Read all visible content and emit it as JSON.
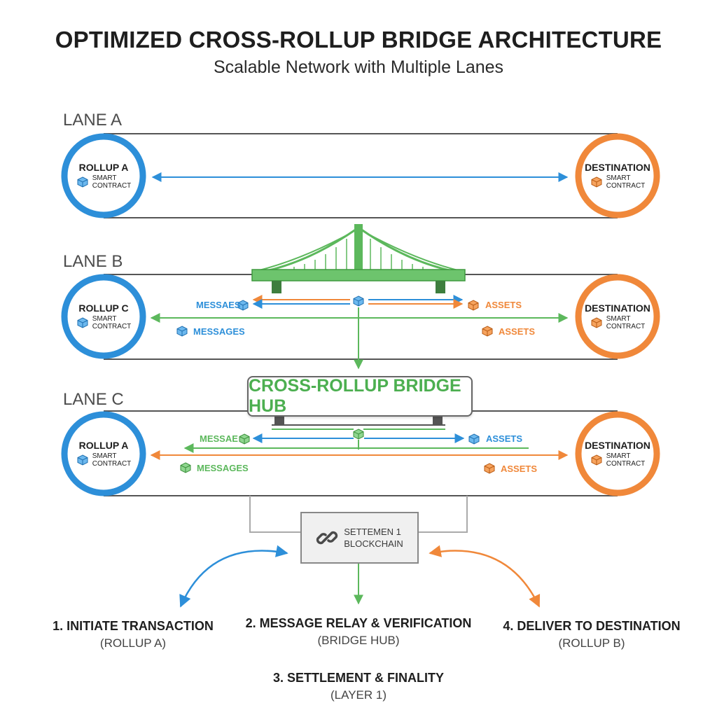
{
  "header": {
    "title": "OPTIMIZED CROSS-ROLLUP BRIDGE ARCHITECTURE",
    "subtitle": "Scalable Network with Multiple Lanes"
  },
  "lanes": [
    {
      "label": "LANE A",
      "source": {
        "title": "ROLLUP A",
        "line1": "SMART",
        "line2": "CONTRACT",
        "color": "#2d8fd9"
      },
      "destination": {
        "title": "DESTINATION",
        "line1": "SMART",
        "line2": "CONTRACT",
        "color": "#f0883a"
      }
    },
    {
      "label": "LANE B",
      "source": {
        "title": "ROLLUP C",
        "line1": "SMART",
        "line2": "CONTRACT",
        "color": "#2d8fd9"
      },
      "destination": {
        "title": "DESTINATION",
        "line1": "SMART",
        "line2": "CONTRACT",
        "color": "#f0883a"
      },
      "upper_left_label": "MESSAES",
      "upper_right_label": "ASSETS",
      "lower_left_label": "MESSAGES",
      "lower_right_label": "ASSETS"
    },
    {
      "label": "LANE C",
      "source": {
        "title": "ROLLUP A",
        "line1": "SMART",
        "line2": "CONTRACT",
        "color": "#2d8fd9"
      },
      "destination": {
        "title": "DESTINATION",
        "line1": "SMART",
        "line2": "CONTRACT",
        "color": "#f0883a"
      },
      "upper_left_label": "MESSAE",
      "upper_right_label": "ASSETS",
      "lower_left_label": "MESSAGES",
      "lower_right_label": "ASSETS"
    }
  ],
  "hub": {
    "label": "CROSS-ROLLUP BRIDGE HUB"
  },
  "settlement": {
    "line1": "SETTEMEN 1",
    "line2": "BLOCKCHAIN"
  },
  "steps": [
    {
      "title": "1.  INITIATE TRANSACTION",
      "sub": "(ROLLUP A)"
    },
    {
      "title": "2.  MESSAGE RELAY & VERIFICATION",
      "sub": "(BRIDGE HUB)"
    },
    {
      "title": "3.  SETTLEMENT & FINALITY",
      "sub": "(LAYER 1)"
    },
    {
      "title": "4.  DELIVER TO DESTINATION",
      "sub": "(ROLLUP B)"
    }
  ],
  "colors": {
    "blue": "#2d8fd9",
    "orange": "#f0883a",
    "green": "#4caf50",
    "gray": "#666666"
  },
  "icons": [
    "cube-icon",
    "bridge-icon",
    "chain-link-icon"
  ]
}
